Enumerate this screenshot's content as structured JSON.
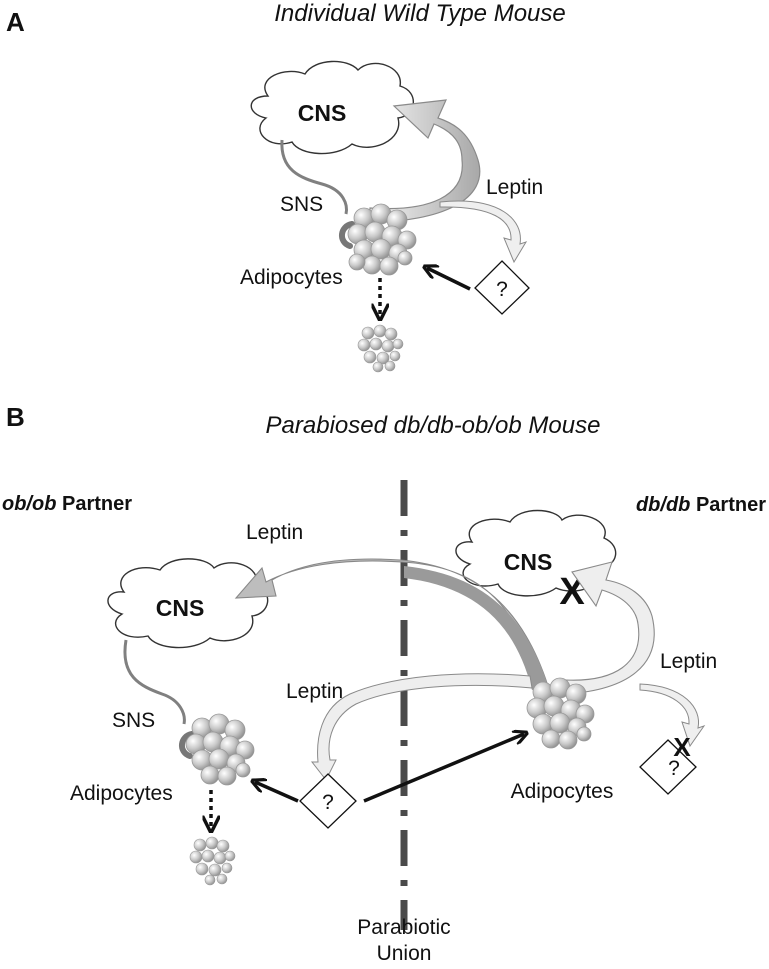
{
  "panel_a": {
    "letter": "A",
    "title": "Individual Wild Type Mouse",
    "cns": "CNS",
    "sns": "SNS",
    "leptin": "Leptin",
    "adipocytes": "Adipocytes",
    "unknown": "?"
  },
  "panel_b": {
    "letter": "B",
    "title": "Parabiosed  db/db-ob/ob Mouse",
    "left_partner": {
      "genotype": "ob/ob",
      "suffix": " Partner"
    },
    "right_partner": {
      "genotype": "db/db",
      "suffix": " Partner"
    },
    "left_cns": "CNS",
    "right_cns": "CNS",
    "leptin_top": "Leptin",
    "leptin_middle": "Leptin",
    "leptin_right": "Leptin",
    "sns": "SNS",
    "left_adipocytes": "Adipocytes",
    "right_adipocytes": "Adipocytes",
    "unknown_left": "?",
    "unknown_right": "?",
    "block_mark": "X",
    "union_line1": "Parabiotic",
    "union_line2": "Union"
  },
  "colors": {
    "ink": "#111111",
    "arrow_light": "#eeeeee",
    "arrow_dark": "#b9b9b9",
    "arrow_edge": "#8a8a8a",
    "nerve": "#808080",
    "union_line": "#4a4a4a"
  }
}
